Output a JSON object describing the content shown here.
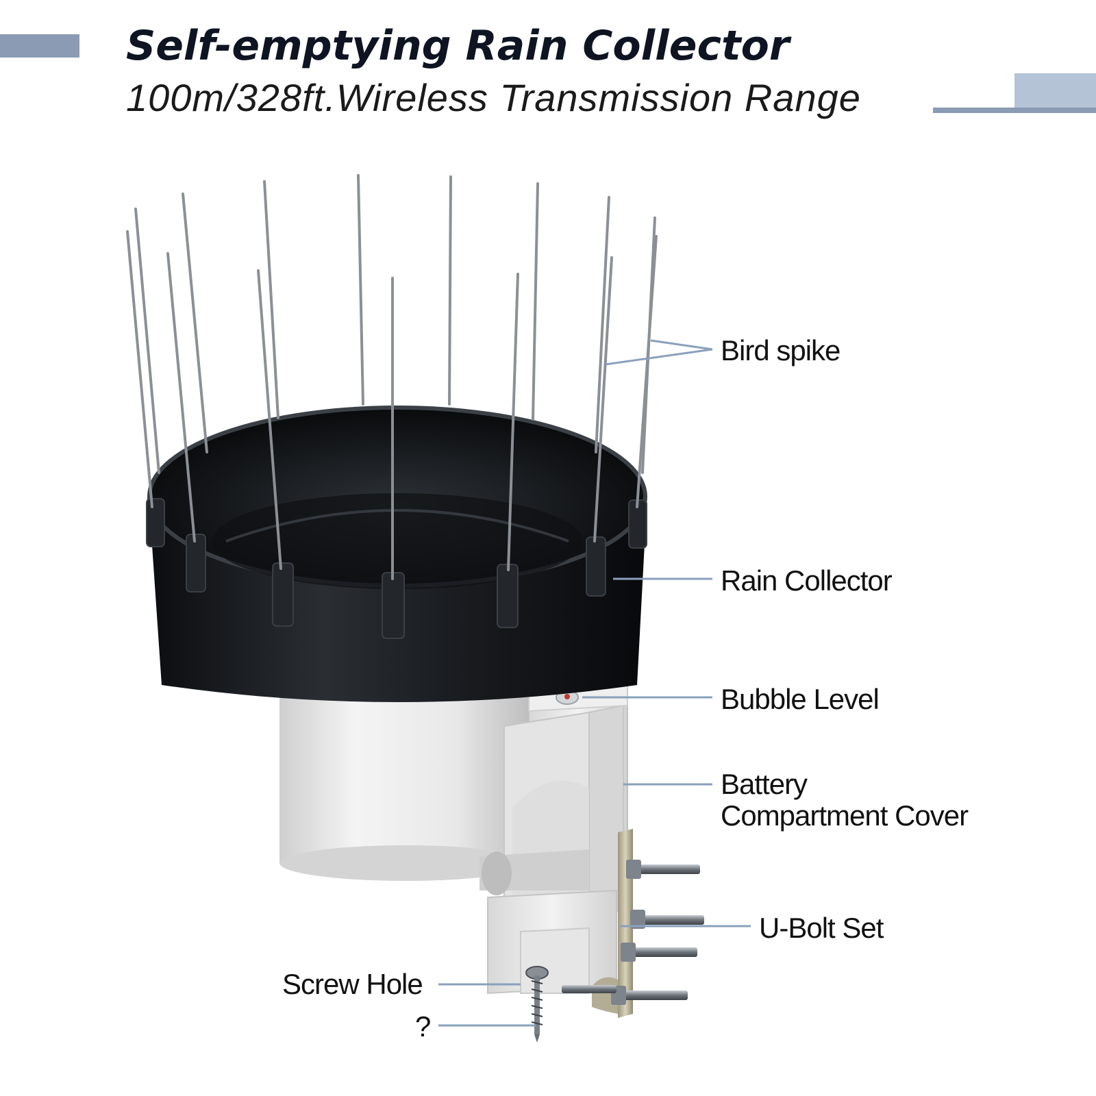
{
  "header": {
    "title": "Self-emptying Rain Collector",
    "subtitle": "100m/328ft.Wireless Transmission Range"
  },
  "callouts": {
    "bird_spike": "Bird spike",
    "rain_collector": "Rain Collector",
    "bubble_level": "Bubble Level",
    "battery_line1": "Battery",
    "battery_line2": "Compartment Cover",
    "u_bolt_set": "U-Bolt Set",
    "screw_hole": "Screw Hole",
    "unknown": "?"
  },
  "colors": {
    "accent_bar": "#8a9bb3",
    "accent_bar_light": "#b4c3d6",
    "leader_line": "#8aa0bd",
    "collector_black": "#1b1e22",
    "housing_white": "#e9e9e9"
  }
}
